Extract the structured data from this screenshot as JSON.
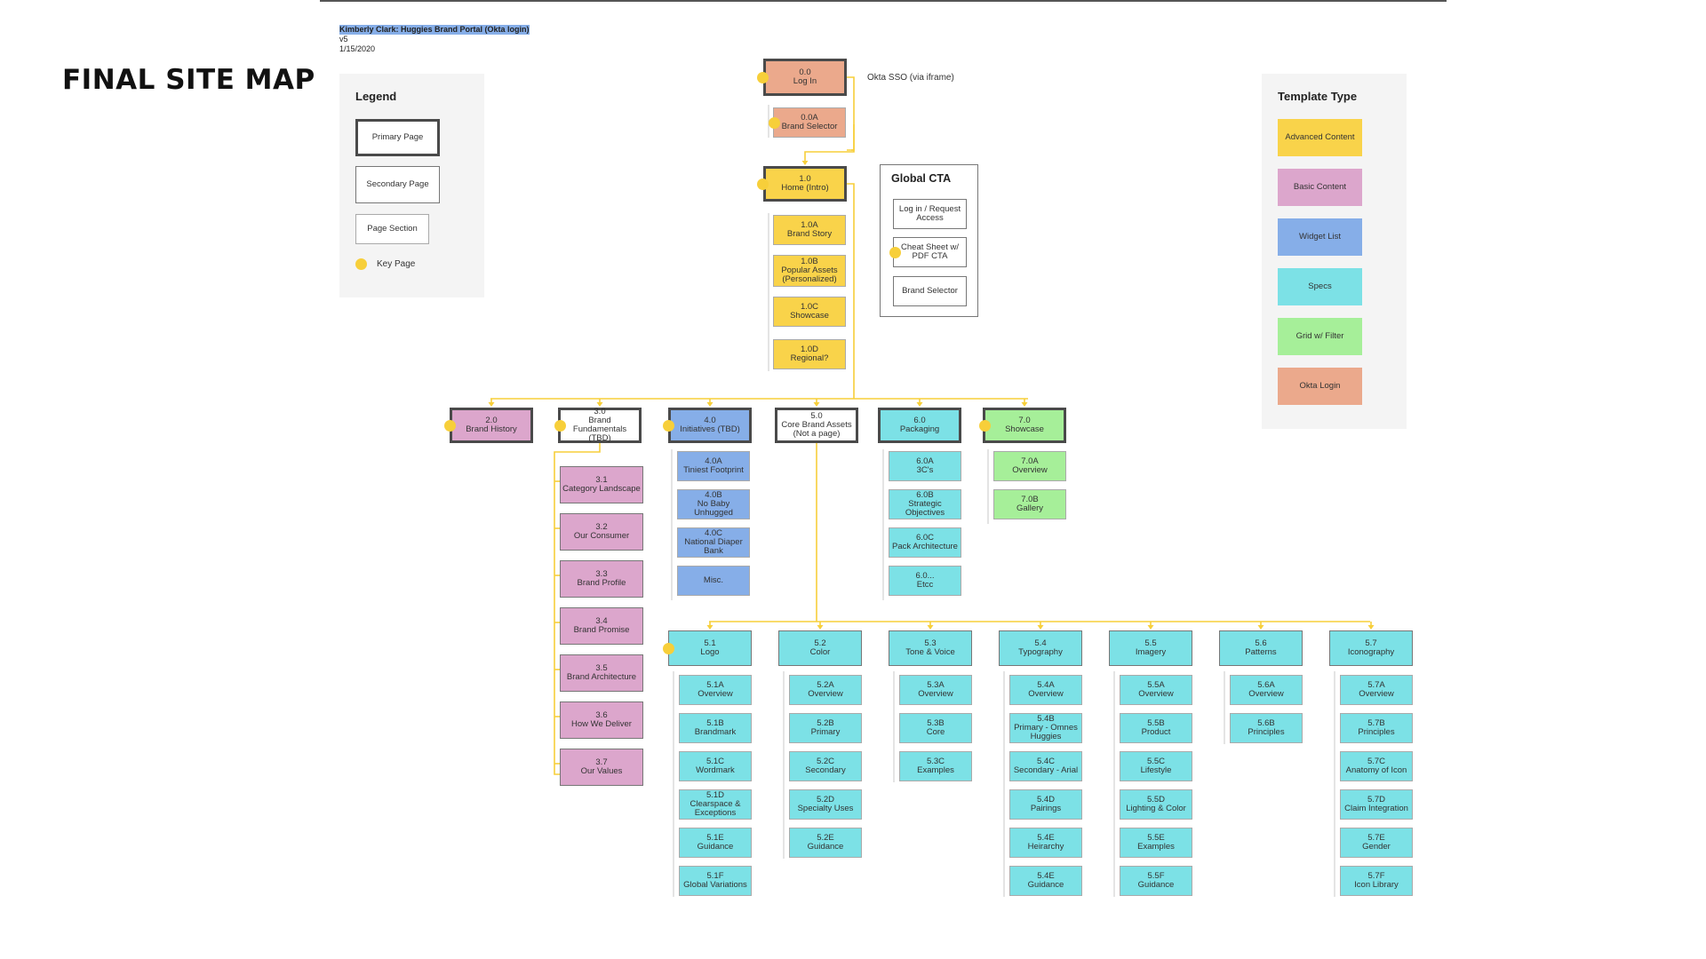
{
  "title": "FINAL SITE MAP",
  "meta": {
    "project": "Kimberly Clark: Huggies Brand Portal (Okta login)",
    "version": "v5",
    "date": "1/15/2020"
  },
  "colors": {
    "advanced": "#f9d34a",
    "basic": "#dca6cc",
    "widget": "#86aee8",
    "specs": "#7ce1e6",
    "grid": "#a6ef99",
    "okta": "#eba98c",
    "key": "#f7cf3a"
  },
  "legend": {
    "title": "Legend",
    "primary": "Primary Page",
    "secondary": "Secondary Page",
    "section": "Page Section",
    "key": "Key Page"
  },
  "template": {
    "title": "Template Type",
    "items": [
      "Advanced Content",
      "Basic Content",
      "Widget List",
      "Specs",
      "Grid w/ Filter",
      "Okta Login"
    ]
  },
  "global_cta": {
    "title": "Global CTA",
    "items": [
      "Log in / Request Access",
      "Cheat Sheet w/ PDF CTA",
      "Brand Selector"
    ]
  },
  "okta_note": "Okta SSO (via iframe)",
  "login": {
    "num": "0.0",
    "name": "Log In"
  },
  "brand_selector": {
    "num": "0.0A",
    "name": "Brand Selector"
  },
  "home": {
    "num": "1.0",
    "name": "Home (Intro)",
    "children": [
      {
        "num": "1.0A",
        "name": "Brand Story"
      },
      {
        "num": "1.0B",
        "name": "Popular Assets (Personalized)"
      },
      {
        "num": "1.0C",
        "name": "Showcase"
      },
      {
        "num": "1.0D",
        "name": "Regional?"
      }
    ]
  },
  "sections": [
    {
      "num": "2.0",
      "name": "Brand History",
      "children": []
    },
    {
      "num": "3.0",
      "name": "Brand Fundamentals (TBD)",
      "children": [
        {
          "num": "3.1",
          "name": "Category Landscape"
        },
        {
          "num": "3.2",
          "name": "Our Consumer"
        },
        {
          "num": "3.3",
          "name": "Brand Profile"
        },
        {
          "num": "3.4",
          "name": "Brand Promise"
        },
        {
          "num": "3.5",
          "name": "Brand Architecture"
        },
        {
          "num": "3.6",
          "name": "How We Deliver"
        },
        {
          "num": "3.7",
          "name": "Our Values"
        }
      ]
    },
    {
      "num": "4.0",
      "name": "Initiatives (TBD)",
      "children": [
        {
          "num": "4.0A",
          "name": "Tiniest Footprint"
        },
        {
          "num": "4.0B",
          "name": "No Baby Unhugged"
        },
        {
          "num": "4.0C",
          "name": "National Diaper Bank"
        },
        {
          "num": "",
          "name": "Misc."
        }
      ]
    },
    {
      "num": "5.0",
      "name": "Core Brand Assets (Not a page)",
      "children": []
    },
    {
      "num": "6.0",
      "name": "Packaging",
      "children": [
        {
          "num": "6.0A",
          "name": "3C's"
        },
        {
          "num": "6.0B",
          "name": "Strategic Objectives"
        },
        {
          "num": "6.0C",
          "name": "Pack Architecture"
        },
        {
          "num": "6.0...",
          "name": "Etcc"
        }
      ]
    },
    {
      "num": "7.0",
      "name": "Showcase",
      "children": [
        {
          "num": "7.0A",
          "name": "Overview"
        },
        {
          "num": "7.0B",
          "name": "Gallery"
        }
      ]
    }
  ],
  "core_assets": [
    {
      "num": "5.1",
      "name": "Logo",
      "children": [
        {
          "num": "5.1A",
          "name": "Overview"
        },
        {
          "num": "5.1B",
          "name": "Brandmark"
        },
        {
          "num": "5.1C",
          "name": "Wordmark"
        },
        {
          "num": "5.1D",
          "name": "Clearspace & Exceptions"
        },
        {
          "num": "5.1E",
          "name": "Guidance"
        },
        {
          "num": "5.1F",
          "name": "Global Variations"
        }
      ]
    },
    {
      "num": "5.2",
      "name": "Color",
      "children": [
        {
          "num": "5.2A",
          "name": "Overview"
        },
        {
          "num": "5.2B",
          "name": "Primary"
        },
        {
          "num": "5.2C",
          "name": "Secondary"
        },
        {
          "num": "5.2D",
          "name": "Specialty Uses"
        },
        {
          "num": "5.2E",
          "name": "Guidance"
        }
      ]
    },
    {
      "num": "5.3",
      "name": "Tone & Voice",
      "children": [
        {
          "num": "5.3A",
          "name": "Overview"
        },
        {
          "num": "5.3B",
          "name": "Core"
        },
        {
          "num": "5.3C",
          "name": "Examples"
        }
      ]
    },
    {
      "num": "5.4",
      "name": "Typography",
      "children": [
        {
          "num": "5.4A",
          "name": "Overview"
        },
        {
          "num": "5.4B",
          "name": "Primary - Omnes Huggies"
        },
        {
          "num": "5.4C",
          "name": "Secondary - Arial"
        },
        {
          "num": "5.4D",
          "name": "Pairings"
        },
        {
          "num": "5.4E",
          "name": "Heirarchy"
        },
        {
          "num": "5.4E",
          "name": "Guidance"
        }
      ]
    },
    {
      "num": "5.5",
      "name": "Imagery",
      "children": [
        {
          "num": "5.5A",
          "name": "Overview"
        },
        {
          "num": "5.5B",
          "name": "Product"
        },
        {
          "num": "5.5C",
          "name": "Lifestyle"
        },
        {
          "num": "5.5D",
          "name": "Lighting & Color"
        },
        {
          "num": "5.5E",
          "name": "Examples"
        },
        {
          "num": "5.5F",
          "name": "Guidance"
        }
      ]
    },
    {
      "num": "5.6",
      "name": "Patterns",
      "children": [
        {
          "num": "5.6A",
          "name": "Overview"
        },
        {
          "num": "5.6B",
          "name": "Principles"
        }
      ]
    },
    {
      "num": "5.7",
      "name": "Iconography",
      "children": [
        {
          "num": "5.7A",
          "name": "Overview"
        },
        {
          "num": "5.7B",
          "name": "Principles"
        },
        {
          "num": "5.7C",
          "name": "Anatomy of Icon"
        },
        {
          "num": "5.7D",
          "name": "Claim Integration"
        },
        {
          "num": "5.7E",
          "name": "Gender"
        },
        {
          "num": "5.7F",
          "name": "Icon Library"
        }
      ]
    }
  ]
}
